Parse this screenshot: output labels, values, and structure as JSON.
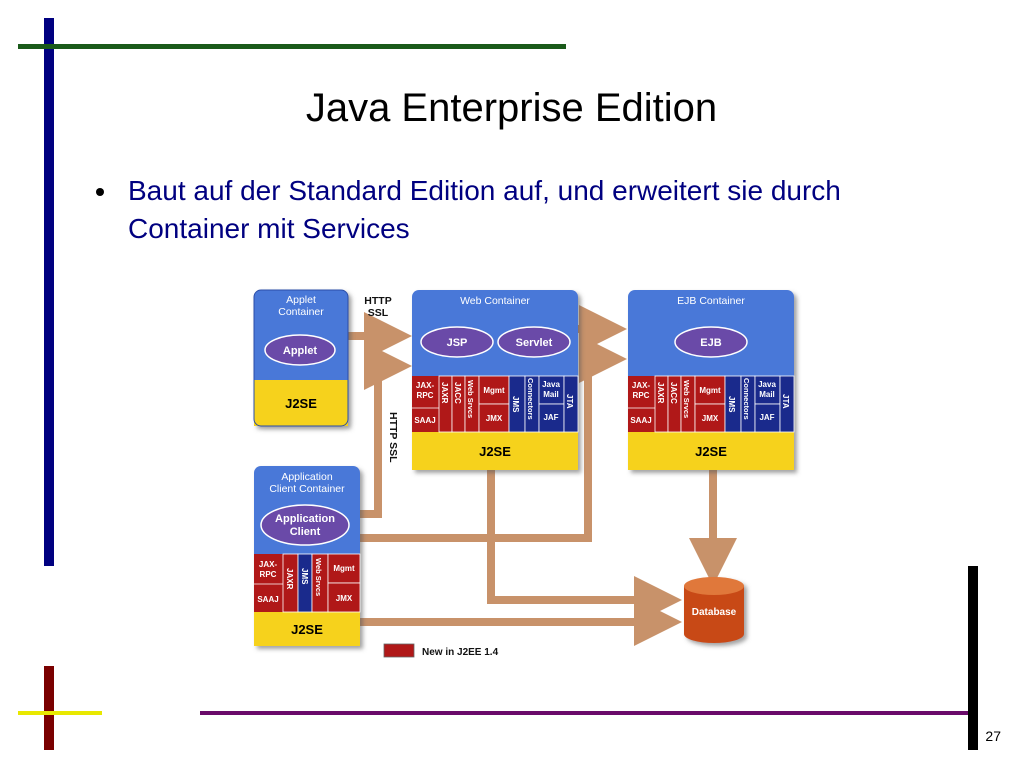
{
  "slide": {
    "title": "Java Enterprise Edition",
    "bullet": "Baut auf der Standard Edition auf, und erweitert sie durch Container mit Services",
    "page_number": "27"
  },
  "diagram": {
    "applet_container": {
      "title_line1": "Applet",
      "title_line2": "Container",
      "component": "Applet",
      "base": "J2SE"
    },
    "app_client_container": {
      "title_line1": "Application",
      "title_line2": "Client Container",
      "component_line1": "Application",
      "component_line2": "Client",
      "services": [
        "JAX-",
        "RPC",
        "JAXR",
        "JMS",
        "Web Srvcs",
        "Mgmt",
        "SAAJ",
        "JMX"
      ],
      "base": "J2SE"
    },
    "web_container": {
      "title": "Web Container",
      "component1": "JSP",
      "component2": "Servlet",
      "services": [
        "JAX-",
        "RPC",
        "JAXR",
        "JACC",
        "Web Srvcs",
        "Mgmt",
        "JMS",
        "Connectors",
        "Java",
        "Mail",
        "JTA",
        "SAAJ",
        "JMX",
        "JAF"
      ],
      "base": "J2SE"
    },
    "ejb_container": {
      "title": "EJB Container",
      "component": "EJB",
      "services": [
        "JAX-",
        "RPC",
        "JAXR",
        "JACC",
        "Web Srvcs",
        "Mgmt",
        "JMS",
        "Connectors",
        "Java",
        "Mail",
        "JTA",
        "SAAJ",
        "JMX",
        "JAF"
      ],
      "base": "J2SE"
    },
    "http_ssl_top_line1": "HTTP",
    "http_ssl_top_line2": "SSL",
    "http_ssl_vertical": "HTTP SSL",
    "database": "Database",
    "legend": "New in J2EE 1.4",
    "colors": {
      "container": "#4a78d8",
      "j2se": "#f6d21c",
      "new_service": "#b01818",
      "service": "#1a2a8c",
      "arrow": "#c8926a",
      "pill": "#6a4aa8"
    }
  }
}
